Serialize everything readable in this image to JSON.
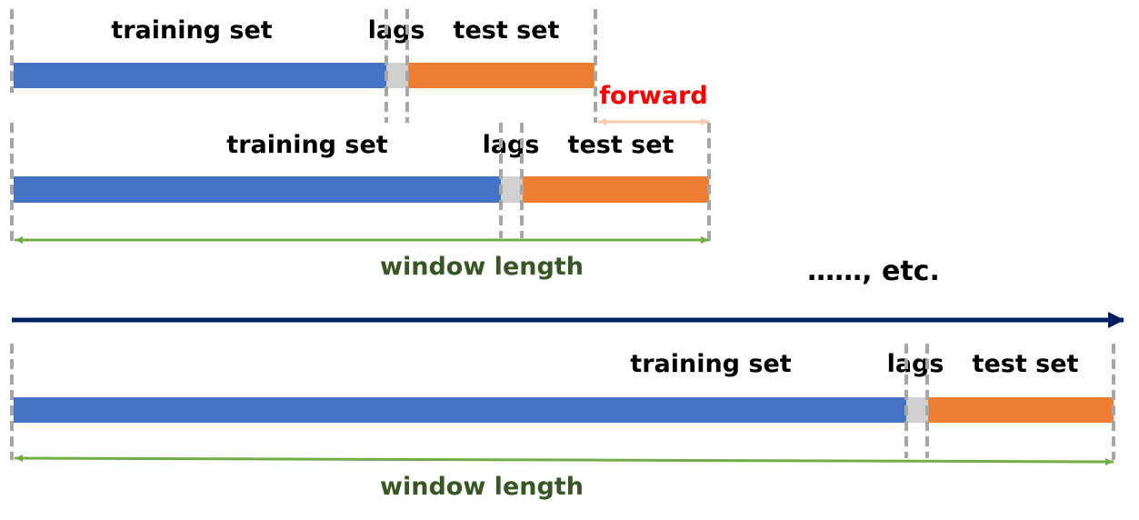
{
  "colors": {
    "training": "#4472C4",
    "lags": "#D0D0D0",
    "test": "#ED7D31",
    "divider": "#A6A6A6",
    "forward_text": "#FF0000",
    "forward_arrow": "#F8CBAD",
    "window_arrow": "#70AD47",
    "window_text": "#375623",
    "time_axis": "#002060",
    "label_text": "#000000"
  },
  "row1": {
    "training_label": "training set",
    "lags_label": "lags",
    "test_label": "test set"
  },
  "forward": {
    "label": "forward"
  },
  "row2": {
    "training_label": "training set",
    "lags_label": "lags",
    "test_label": "test set",
    "window_label": "window length"
  },
  "continuation": {
    "label": "……, etc."
  },
  "row3": {
    "training_label": "training set",
    "lags_label": "lags",
    "test_label": "test set",
    "window_label": "window length"
  }
}
